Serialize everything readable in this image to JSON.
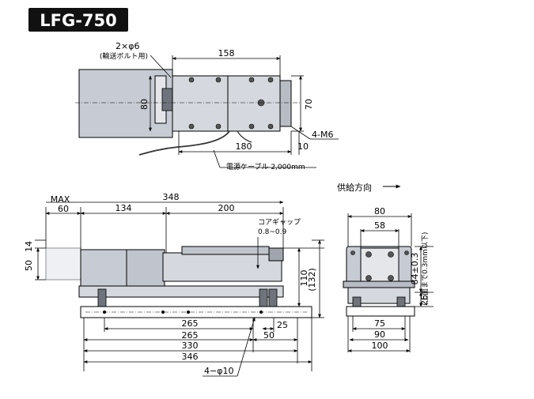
{
  "model": "LFG-750",
  "colors": {
    "badge": "#111111",
    "body_gray": "#c7cbd3",
    "light_gray": "#e4e6ea",
    "dark_part": "#6f747c"
  },
  "feed_direction_label": "供給方向",
  "top_view": {
    "dim_bolt_hole": "2×φ6",
    "dim_bolt_note": "(輸送ボルト用)",
    "dim_158": "158",
    "dim_80": "80",
    "dim_70": "70",
    "dim_180": "180",
    "dim_10": "10",
    "dim_4m6": "4-M6",
    "cable_note": "電源ケーブル 2,000mm"
  },
  "side_view": {
    "dim_max": "MAX",
    "dim_60": "60",
    "dim_134": "134",
    "dim_348": "348",
    "dim_200": "200",
    "core_gap_label": "コアギャップ",
    "core_gap_value": "0.8~0.9",
    "dim_50": "50",
    "dim_14": "14",
    "dim_110": "110",
    "dim_132": "(132)",
    "dim_265a": "265",
    "dim_265b": "265",
    "dim_25": "25",
    "dim_50b": "50",
    "dim_330": "330",
    "dim_346": "346",
    "dim_4phi10": "4−φ10"
  },
  "end_view": {
    "dim_80": "80",
    "dim_58": "58",
    "dim_84": "84±0.3",
    "dim_84_note": "(上面まで0.3mm以下)",
    "dim_26": "26",
    "dim_75": "75",
    "dim_90": "90",
    "dim_100": "100"
  }
}
